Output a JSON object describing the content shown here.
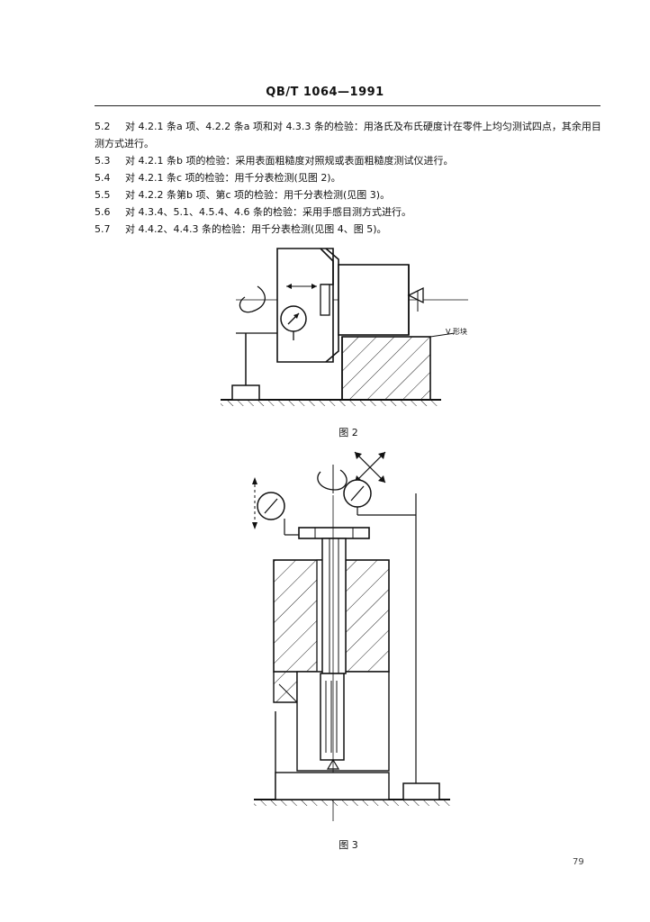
{
  "header": {
    "title": "QB/T 1064—1991"
  },
  "clauses": [
    {
      "num": "5.2",
      "text": "对 4.2.1 条a 项、4.2.2 条a 项和对 4.3.3 条的检验：用洛氏及布氏硬度计在零件上均匀测试四点，其余用目测方式进行。"
    },
    {
      "num": "5.3",
      "text": "对 4.2.1 条b 项的检验：采用表面粗糙度对照规或表面粗糙度测试仪进行。"
    },
    {
      "num": "5.4",
      "text": "对 4.2.1 条c 项的检验：用千分表检测(见图 2)。"
    },
    {
      "num": "5.5",
      "text": "对 4.2.2 条第b 项、第c 项的检验：用千分表检测(见图 3)。"
    },
    {
      "num": "5.6",
      "text": "对 4.3.4、5.1、4.5.4、4.6 条的检验：采用手感目测方式进行。"
    },
    {
      "num": "5.7",
      "text": "对 4.4.2、4.4.3 条的检验：用千分表检测(见图 4、图 5)。"
    }
  ],
  "figure2": {
    "caption": "图 2",
    "label_v": "V 形块"
  },
  "figure3": {
    "caption": "图 3"
  },
  "page_number": "79"
}
